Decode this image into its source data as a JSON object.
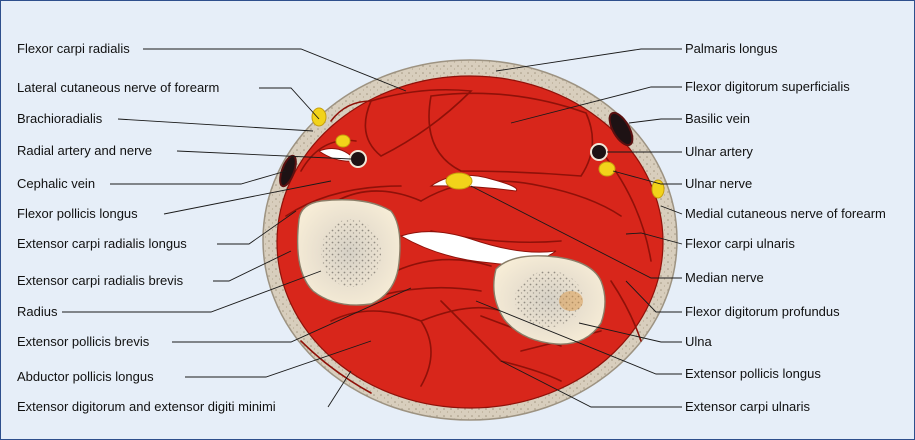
{
  "labels": {
    "left": [
      "Flexor carpi radialis",
      "Lateral cutaneous nerve of forearm",
      "Brachioradialis",
      "Radial artery and nerve",
      "Cephalic vein",
      "Flexor pollicis longus",
      "Extensor carpi radialis longus",
      "Extensor carpi radialis brevis",
      "Radius",
      "Extensor pollicis brevis",
      "Abductor pollicis longus",
      "Extensor digitorum and extensor digiti minimi"
    ],
    "right": [
      "Palmaris longus",
      "Flexor digitorum superficialis",
      "Basilic vein",
      "Ulnar artery",
      "Ulnar nerve",
      "Medial cutaneous nerve of forearm",
      "Flexor carpi ulnaris",
      "Median nerve",
      "Flexor digitorum profundus",
      "Ulna",
      "Extensor pollicis longus",
      "Extensor carpi ulnaris"
    ]
  },
  "colors": {
    "background": "#e6eef8",
    "frame": "#2e4f8c",
    "muscle": "#d8261b",
    "muscle_border": "#8f1109",
    "fascia": "#d8cebd",
    "bone": "#efe3cc",
    "nerve": "#f2d31a",
    "vessel": "#1e1214",
    "leader": "#1a1a1a"
  }
}
